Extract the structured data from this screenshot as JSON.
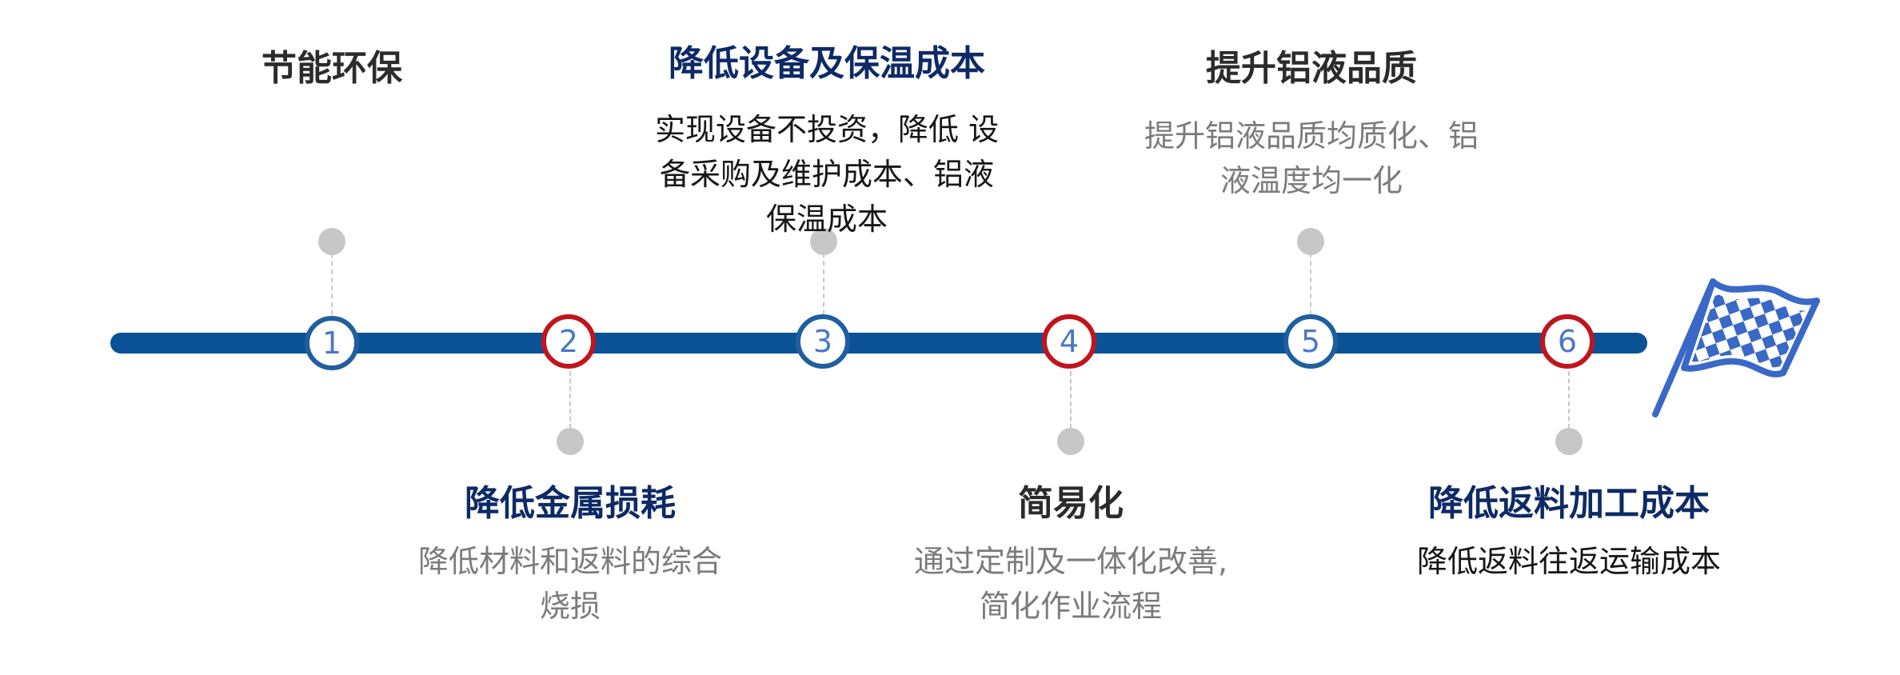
{
  "colors": {
    "timeline": "#0a5296",
    "node_blue": "#1f5fa0",
    "node_red": "#c0151d",
    "number": "#4a78c8",
    "title_dark": "#2b2b2b",
    "title_blue": "#0e2a66",
    "desc_gray": "#7b7b7b",
    "desc_dark": "#161616",
    "dot": "#c7c7c7",
    "flag": "#3a68c7"
  },
  "end_icon": "checkered-flag-icon",
  "steps": [
    {
      "number": "1",
      "title": "节能环保",
      "lines": []
    },
    {
      "number": "2",
      "title": "降低金属损耗",
      "lines": [
        "降低材料和返料的综合",
        "烧损"
      ]
    },
    {
      "number": "3",
      "title": "降低设备及保温成本",
      "lines": [
        "实现设备不投资，降低 设",
        "备采购及维护成本、铝液",
        "保温成本"
      ]
    },
    {
      "number": "4",
      "title": "简易化",
      "lines": [
        "通过定制及一体化改善,",
        "简化作业流程"
      ]
    },
    {
      "number": "5",
      "title": "提升铝液品质",
      "lines": [
        "提升铝液品质均质化、铝",
        "液温度均一化"
      ]
    },
    {
      "number": "6",
      "title": "降低返料加工成本",
      "lines": [
        "降低返料往返运输成本"
      ]
    }
  ]
}
